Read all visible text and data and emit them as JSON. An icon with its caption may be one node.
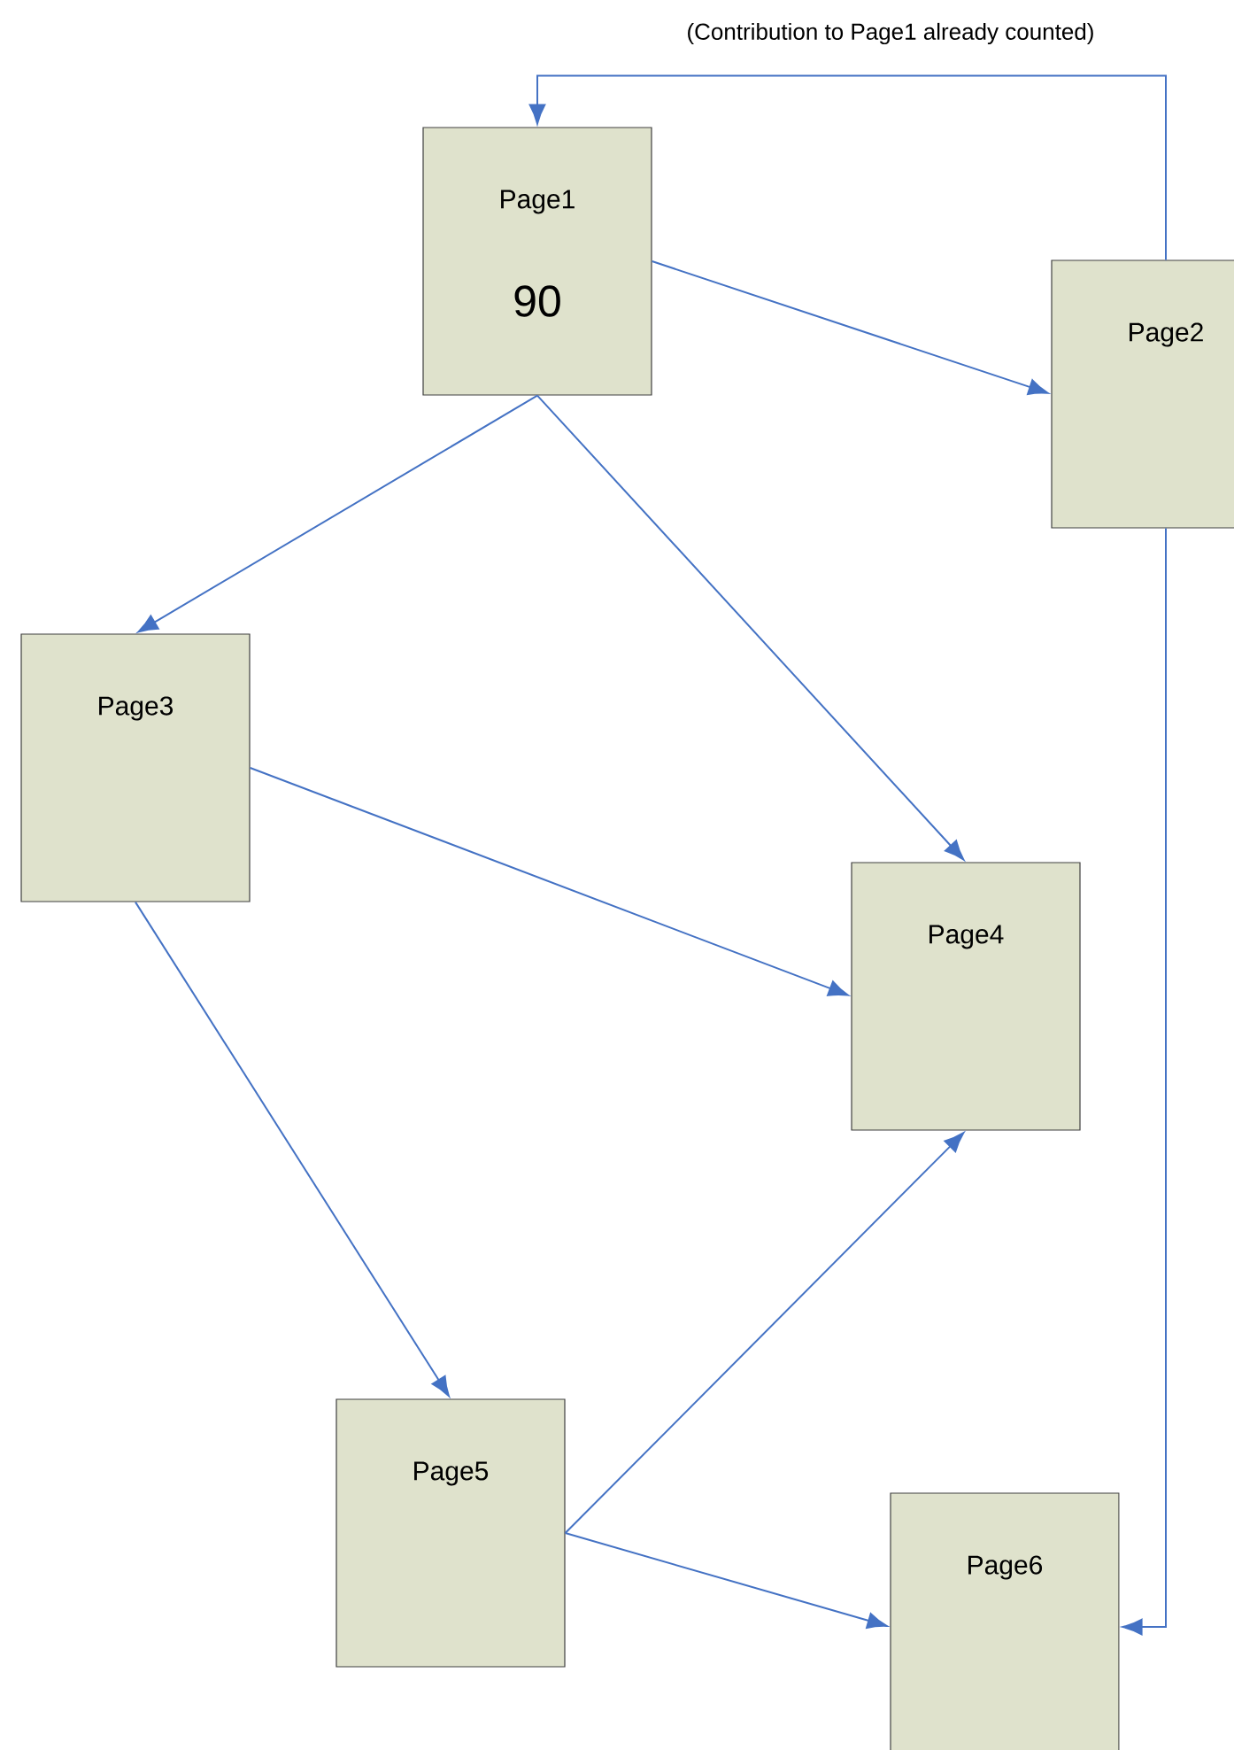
{
  "diagram": {
    "nodes": [
      {
        "text": [
          "Page1",
          "90"
        ]
      },
      {
        "text": [
          "Page2"
        ]
      },
      {
        "text": [
          "Page3"
        ]
      },
      {
        "text": [
          "Page4"
        ]
      },
      {
        "text": [
          "Page5"
        ]
      },
      {
        "text": [
          "Page6"
        ]
      }
    ],
    "edges": [
      {
        "from": 0,
        "to": 1,
        "arrow": "to"
      },
      {
        "from": 1,
        "to": 0,
        "arrow": "to",
        "label": "(Contribution to Page1 already counted)"
      },
      {
        "from": 0,
        "to": 2,
        "arrow": "to"
      },
      {
        "from": 0,
        "to": 3,
        "arrow": "to"
      },
      {
        "from": 2,
        "to": 3,
        "arrow": "to"
      },
      {
        "from": 2,
        "to": 4,
        "arrow": "to"
      },
      {
        "from": 4,
        "to": 3,
        "arrow": "to"
      },
      {
        "from": 4,
        "to": 5,
        "arrow": "to"
      },
      {
        "from": 1,
        "to": 5,
        "arrow": "to"
      }
    ]
  }
}
